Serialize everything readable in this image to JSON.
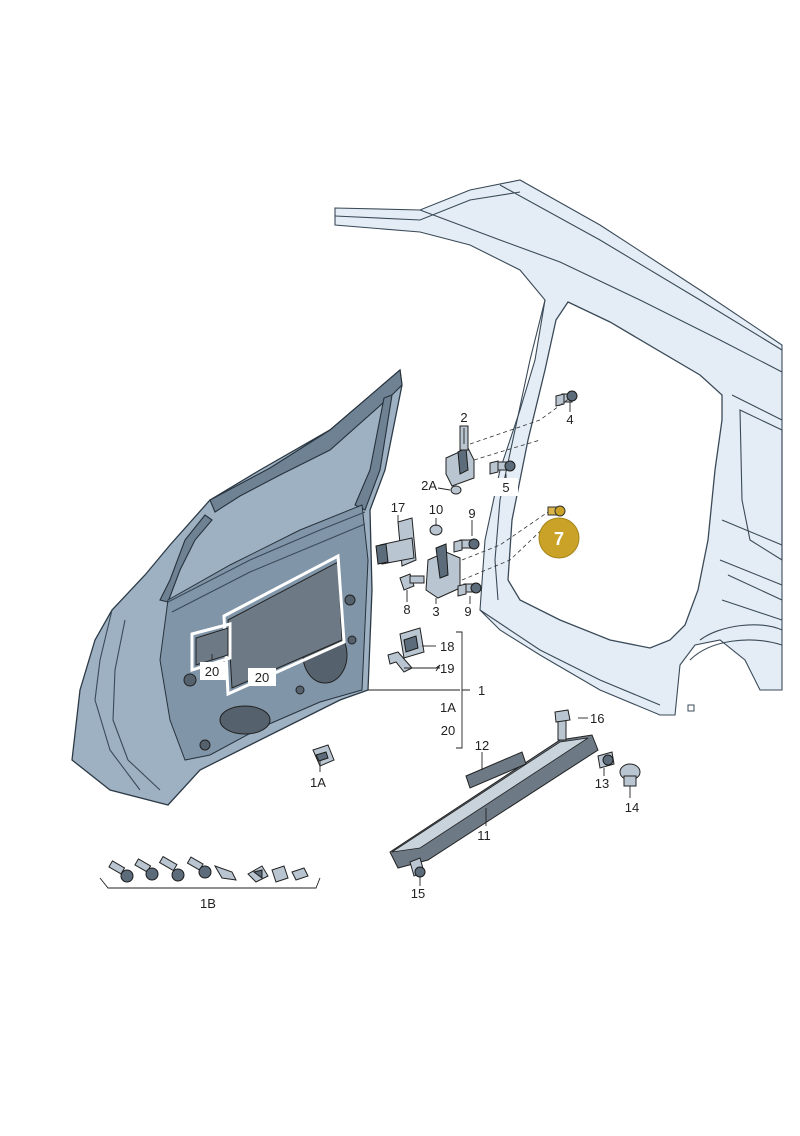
{
  "labels": {
    "l1": "1",
    "l1a_top": "1A",
    "l1a_bottom": "1A",
    "l1b": "1B",
    "l2": "2",
    "l2a": "2A",
    "l3": "3",
    "l4": "4",
    "l5": "5",
    "l7": "7",
    "l8": "8",
    "l9_top": "9",
    "l9_bottom": "9",
    "l10": "10",
    "l11": "11",
    "l12": "12",
    "l13": "13",
    "l14": "14",
    "l15": "15",
    "l16": "16",
    "l17": "17",
    "l18": "18",
    "l19": "19",
    "l20_group": "20",
    "l20_small": "20",
    "l20_large": "20"
  },
  "colors": {
    "highlight_badge": "#c9a227",
    "highlight_text": "#ffffff"
  }
}
